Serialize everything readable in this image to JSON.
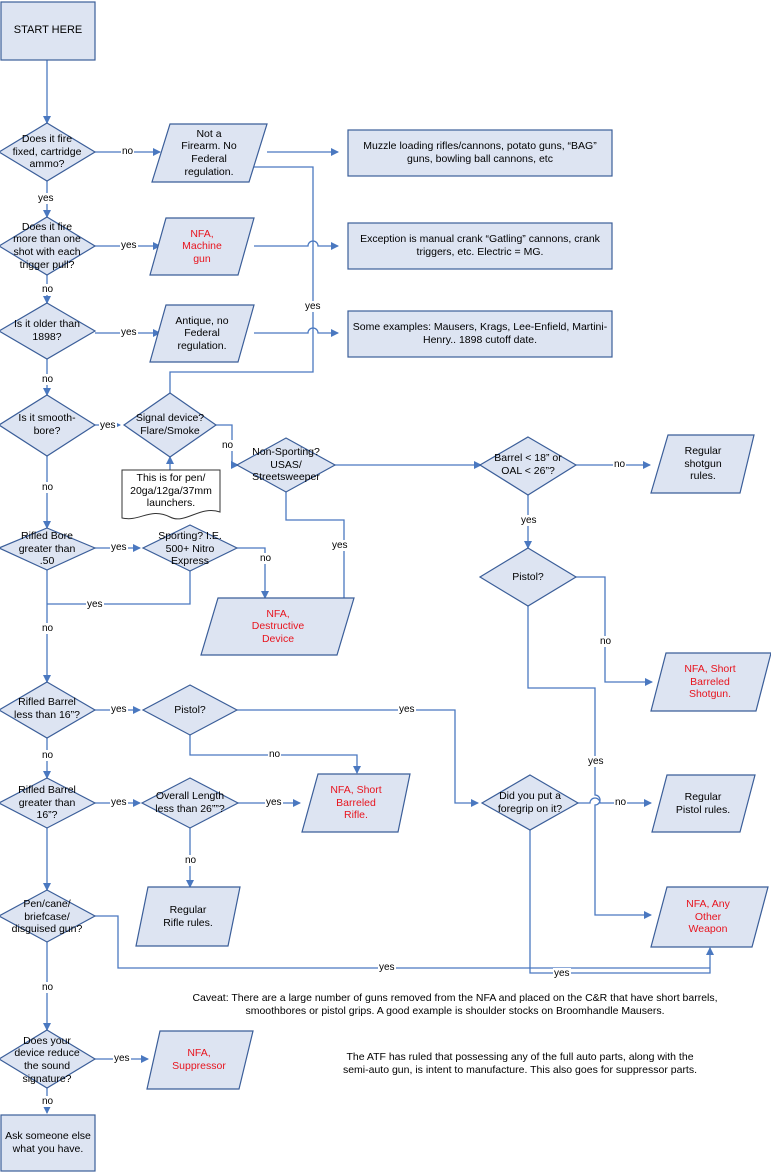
{
  "nodes": {
    "start": "START HERE",
    "q_cartridge": "Does it fire\nfixed, cartridge\nammo?",
    "not_firearm": "Not a\nFirearm. No\nFederal\nregulation.",
    "muzzle_note": "Muzzle loading rifles/cannons, potato guns, “BAG”\nguns, bowling ball cannons, etc",
    "q_multishot": "Does it fire\nmore than one\nshot with each\ntrigger pull?",
    "nfa_mg": "NFA,\nMachine\ngun",
    "exception_note": "Exception is manual crank “Gatling” cannons, crank\ntriggers, etc. Electric = MG.",
    "q_1898": "Is it older than\n1898?",
    "antique": "Antique, no\nFederal\nregulation.",
    "examples_note": "Some examples: Mausers, Krags, Lee-Enfield, Martini-\nHenry.. 1898 cutoff date.",
    "q_smoothbore": "Is it smooth-\nbore?",
    "q_signal": "Signal device?\nFlare/Smoke",
    "launcher_note": "This is for pen/\n20ga/12ga/37mm\nlaunchers.",
    "q_nonsporting": "Non-Sporting?\nUSAS/\nStreetsweeper",
    "q_barrel18": "Barrel < 18” or\nOAL < 26”?",
    "reg_shotgun": "Regular\nshotgun\nrules.",
    "q_pistol_sg": "Pistol?",
    "nfa_sbs": "NFA, Short\nBarreled\nShotgun.",
    "q_rifled50": "Rifled Bore\ngreater than\n.50",
    "q_sporting": "Sporting? I.E.\n500+ Nitro\nExpress",
    "nfa_dd": "NFA,\nDestructive\nDevice",
    "q_rifled16less": "Rifled Barrel\nless than 16”?",
    "q_pistol_rifle": "Pistol?",
    "q_rifled16more": "Rifled Barrel\ngreater than\n16”?",
    "q_oal26": "Overall Length\nless than 26””?",
    "nfa_sbr": "NFA, Short\nBarreled\nRifle.",
    "q_foregrip": "Did you put a\nforegrip on it?",
    "reg_pistol": "Regular\nPistol rules.",
    "reg_rifle": "Regular\nRifle rules.",
    "q_disguised": "Pen/cane/\nbriefcase/\ndisguised gun?",
    "nfa_aow": "NFA, Any\nOther\nWeapon",
    "q_suppressor": "Does your\ndevice reduce\nthe sound\nsignature?",
    "nfa_suppressor": "NFA,\nSuppressor",
    "ask_someone": "Ask someone else\nwhat you have."
  },
  "edges": {
    "yes": "yes",
    "no": "no"
  },
  "notes": {
    "caveat": "Caveat: There are a large number of guns removed from the NFA and placed on the C&R that have short barrels,\nsmoothbores or pistol grips. A good example is shoulder stocks on Broomhandle Mausers.",
    "atf": "The ATF has ruled that possessing any of the full auto parts, along with the\nsemi-auto gun, is intent to manufacture. This also goes for suppressor parts."
  },
  "colors": {
    "shape_fill": "#dde4f2",
    "shape_stroke": "#3b5e99",
    "connector": "#4a78c0",
    "nfa_text": "#e8141e"
  }
}
